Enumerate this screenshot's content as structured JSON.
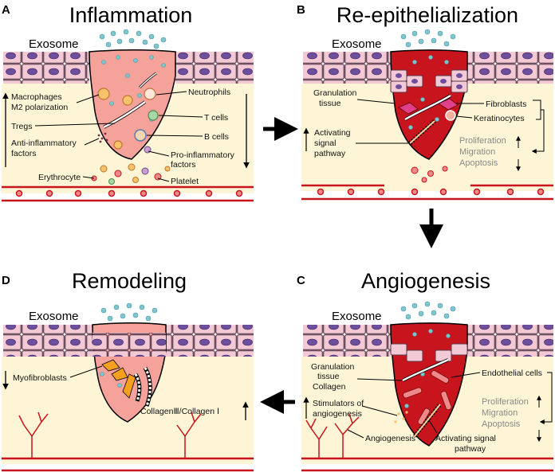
{
  "panels": {
    "A": {
      "letter": "A",
      "title": "Inflammation",
      "exosome": "Exosome",
      "labels": {
        "macro1": "Macrophages",
        "macro2": "M2 polarization",
        "neutrophils": "Neutrophils",
        "tcells": "T cells",
        "tregs": "Tregs",
        "bcells": "B cells",
        "anti1": "Anti-inflammatory",
        "anti2": "factors",
        "pro1": "Pro-inflammatory",
        "pro2": "factors",
        "erythrocyte": "Erythrocyte",
        "platelet": "Platelet"
      }
    },
    "B": {
      "letter": "B",
      "title": "Re-epithelialization",
      "exosome": "Exosome",
      "labels": {
        "gran1": "Granulation",
        "gran2": "tissue",
        "fibroblasts": "Fibroblasts",
        "keratinocytes": "Keratinocytes",
        "act1": "Activating",
        "act2": "signal",
        "act3": "pathway",
        "prolif": "Proliferation",
        "migr": "Migration",
        "apop": "Apoptosis"
      }
    },
    "C": {
      "letter": "C",
      "title": "Angiogenesis",
      "exosome": "Exosome",
      "labels": {
        "gran1": "Granulation",
        "gran2": "tissue",
        "collagen": "Collagen",
        "endo": "Endothelial cells",
        "stim1": "Stimulators of",
        "stim2": "angiogenesis",
        "angio": "Angiogenesis",
        "act1": "Activating signal",
        "act2": "pathway",
        "prolif": "Proliferation",
        "migr": "Migration",
        "apop": "Apoptosis"
      }
    },
    "D": {
      "letter": "D",
      "title": "Remodeling",
      "exosome": "Exosome",
      "labels": {
        "myo": "Myofibroblasts",
        "coll": "CollagenⅢ/Collagen Ⅰ"
      }
    }
  },
  "colors": {
    "epithelium": "#f3c9d6",
    "nucleus": "#6e4f9e",
    "wound_light": "#f5a29a",
    "wound_dark": "#c8141c",
    "dermis": "#fdf5d6",
    "vessel": "#c8141c",
    "exosome": "#7fc6cf"
  }
}
